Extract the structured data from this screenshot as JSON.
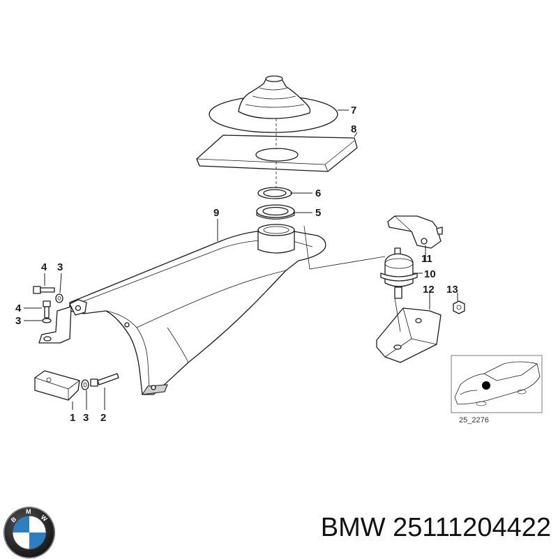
{
  "diagram": {
    "callouts": [
      {
        "id": "7",
        "label": "7"
      },
      {
        "id": "8",
        "label": "8"
      },
      {
        "id": "6",
        "label": "6"
      },
      {
        "id": "5",
        "label": "5"
      },
      {
        "id": "9",
        "label": "9"
      },
      {
        "id": "11",
        "label": "11"
      },
      {
        "id": "10",
        "label": "10"
      },
      {
        "id": "12",
        "label": "12"
      },
      {
        "id": "13",
        "label": "13"
      },
      {
        "id": "4a",
        "label": "4"
      },
      {
        "id": "3a",
        "label": "3"
      },
      {
        "id": "4b",
        "label": "4"
      },
      {
        "id": "3b",
        "label": "3"
      },
      {
        "id": "1",
        "label": "1"
      },
      {
        "id": "3c",
        "label": "3"
      },
      {
        "id": "2",
        "label": "2"
      }
    ],
    "inset_code": "25_2276"
  },
  "caption": {
    "brand": "BMW",
    "part_number": "25111204422"
  },
  "logo": {
    "letters": "BMW",
    "colors": {
      "ring": "#1a1a1a",
      "blue": "#2e7fc1",
      "white": "#ffffff"
    }
  }
}
